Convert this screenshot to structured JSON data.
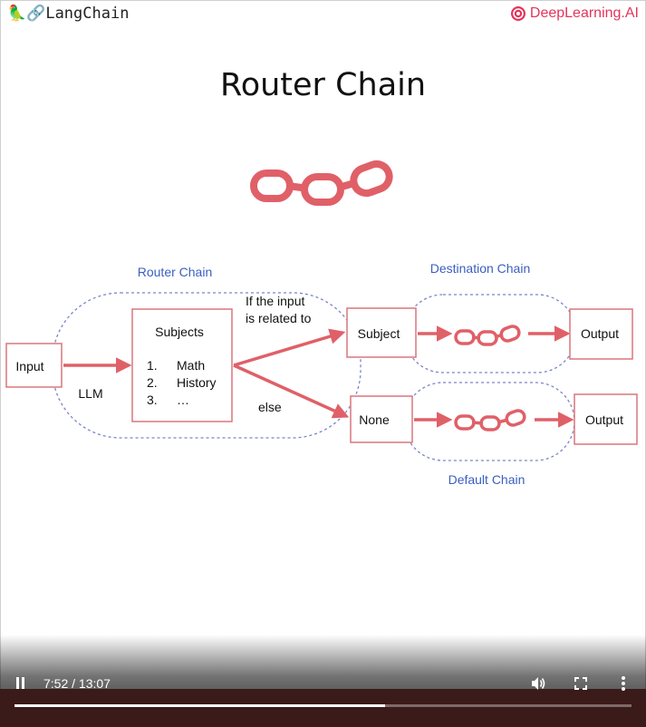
{
  "header": {
    "left_brand": "🦜🔗LangChain",
    "right_brand": "DeepLearning.AI",
    "right_brand_color": "#e5335a"
  },
  "slide": {
    "title": "Router Chain",
    "chain_color": "#e06068"
  },
  "diagram": {
    "labels": {
      "router_chain": "Router Chain",
      "destination_chain": "Destination Chain",
      "default_chain": "Default Chain",
      "input": "Input",
      "llm": "LLM",
      "subjects_title": "Subjects",
      "subjects_items": [
        {
          "num": "1.",
          "text": "Math"
        },
        {
          "num": "2.",
          "text": "History"
        },
        {
          "num": "3.",
          "text": "…"
        }
      ],
      "if_line1": "If the input",
      "if_line2": "is related to",
      "else": "else",
      "subject": "Subject",
      "none": "None",
      "output_top": "Output",
      "output_bottom": "Output"
    },
    "colors": {
      "arrow": "#e06068",
      "box_border": "#d9777d",
      "dashed": "#7b84c9",
      "caption_blue": "#3a5fc0"
    }
  },
  "player": {
    "time_display": "7:52 / 13:07",
    "progress_fraction": 0.6
  }
}
